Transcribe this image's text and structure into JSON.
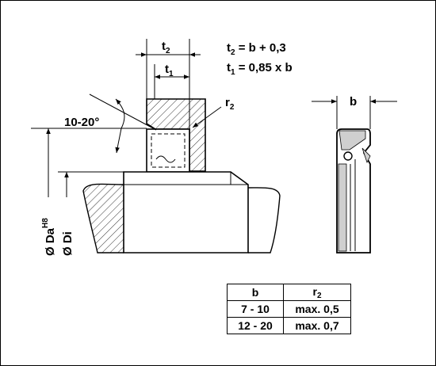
{
  "formulas": {
    "t2": {
      "symbol": "t",
      "sub": "2",
      "expr": " = b + 0,3"
    },
    "t1": {
      "symbol": "t",
      "sub": "1",
      "expr": " = 0,85 x b"
    }
  },
  "labels": {
    "t2_sym": "t",
    "t2_sub": "2",
    "t1_sym": "t",
    "t1_sub": "1",
    "r2_sym": "r",
    "r2_sub": "2",
    "angle": "10-20°",
    "da": "Ø Da",
    "da_sup": "H8",
    "di": "Ø Di",
    "b": "b"
  },
  "table": {
    "headers": [
      {
        "text": "b",
        "sub": ""
      },
      {
        "text": "r",
        "sub": "2"
      }
    ],
    "rows": [
      [
        "7 - 10",
        "max. 0,5"
      ],
      [
        "12 - 20",
        "max. 0,7"
      ]
    ]
  }
}
